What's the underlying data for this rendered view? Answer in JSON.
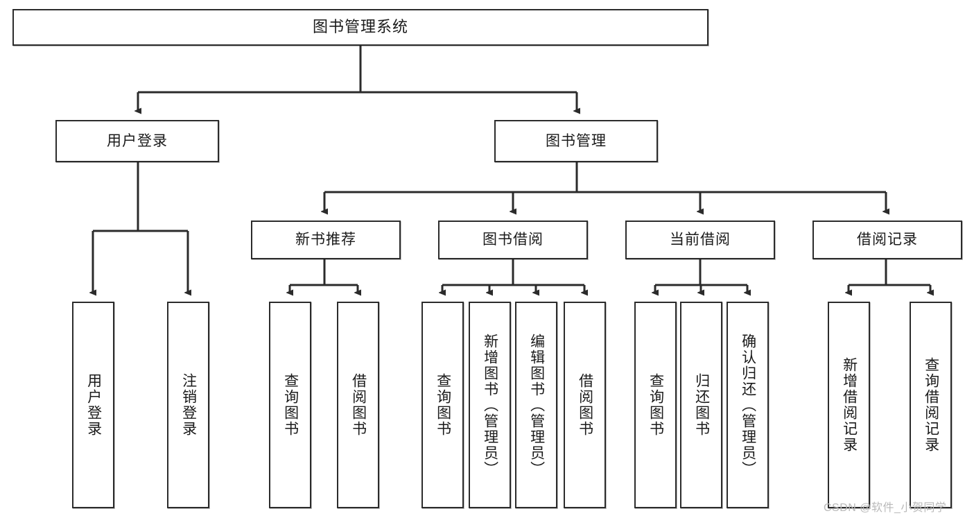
{
  "diagram": {
    "title": "图书管理系统",
    "type": "hierarchy-tree",
    "stroke_color": "#2b2b2b",
    "fill_color": "#ffffff",
    "text_color": "#1a1a1a",
    "levels": {
      "root": {
        "label": "图书管理系统"
      },
      "level2": [
        {
          "label": "用户登录"
        },
        {
          "label": "图书管理"
        }
      ],
      "level3": [
        {
          "label": "新书推荐"
        },
        {
          "label": "图书借阅"
        },
        {
          "label": "当前借阅"
        },
        {
          "label": "借阅记录"
        }
      ],
      "leaves": [
        {
          "label": "用户登录",
          "parent": "用户登录"
        },
        {
          "label": "注销登录",
          "parent": "用户登录"
        },
        {
          "label": "查询图书",
          "parent": "新书推荐"
        },
        {
          "label": "借阅图书",
          "parent": "新书推荐"
        },
        {
          "label": "查询图书",
          "parent": "图书借阅"
        },
        {
          "label": "新增图书（管理员）",
          "parent": "图书借阅"
        },
        {
          "label": "编辑图书（管理员）",
          "parent": "图书借阅"
        },
        {
          "label": "借阅图书",
          "parent": "图书借阅"
        },
        {
          "label": "查询图书",
          "parent": "当前借阅"
        },
        {
          "label": "归还图书",
          "parent": "当前借阅"
        },
        {
          "label": "确认归还（管理员）",
          "parent": "当前借阅"
        },
        {
          "label": "新增借阅记录",
          "parent": "借阅记录"
        },
        {
          "label": "查询借阅记录",
          "parent": "借阅记录"
        }
      ]
    }
  },
  "watermark": {
    "text": "CSDN @软件_小贺同学"
  }
}
